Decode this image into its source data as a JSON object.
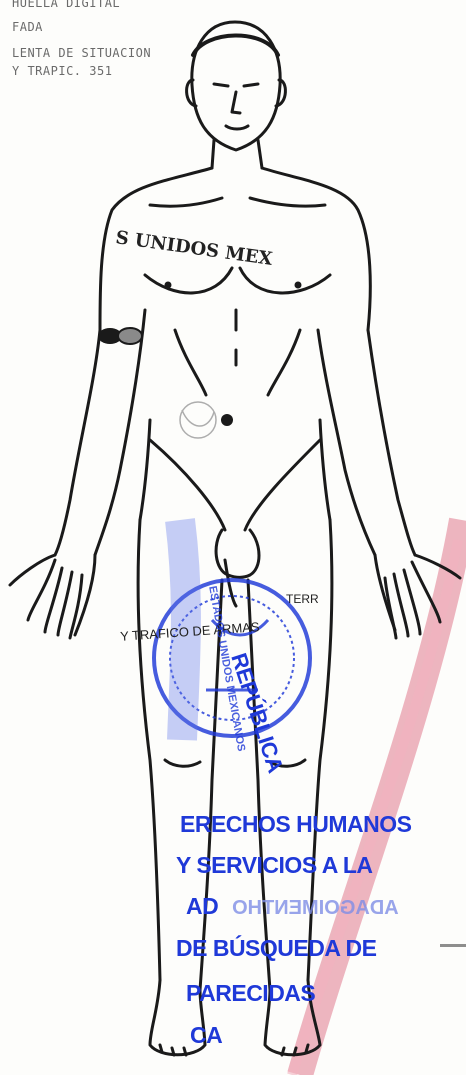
{
  "header_lines": [
    "HUELLA DIGITAL",
    "FADA",
    "LENTA DE SITUACION",
    "Y TRAPIC. 351"
  ],
  "tattoo_text": "S UNIDOS MEX",
  "overlay_text": [
    "TERR",
    "Y TRAFICO DE ARMAS"
  ],
  "stamp": {
    "seal_text": [
      "REPÚBLICA",
      "ESTADOS UNIDOS MEXICANOS"
    ],
    "lines": [
      "ERECHOS HUMANOS",
      "Y SERVICIOS A LA",
      "AD",
      "DE BÚSQUEDA DE",
      "PARECIDAS",
      "CA"
    ],
    "reversed_text": "ADAGOIMENTHO",
    "color": "#1f39d8"
  },
  "colors": {
    "ink": "#1a1a1a",
    "stamp_blue": "#1f39d8",
    "red_mark": "#e07a8e"
  }
}
